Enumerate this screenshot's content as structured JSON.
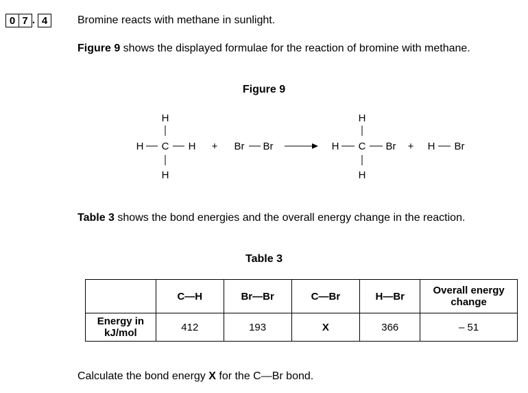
{
  "question": {
    "number_digits": [
      "0",
      "7",
      "4"
    ],
    "number_separator": ".",
    "text": "Bromine reacts with methane in sunlight."
  },
  "figure_intro": {
    "bold": "Figure 9",
    "rest": " shows the displayed formulae for the reaction of bromine with methane."
  },
  "figure": {
    "title": "Figure 9",
    "methane": {
      "top": "H",
      "left": "H",
      "center": "C",
      "right": "H",
      "bottom": "H"
    },
    "plus1": "+",
    "bromine": {
      "left": "Br",
      "right": "Br"
    },
    "bromomethane": {
      "top": "H",
      "left": "H",
      "center": "C",
      "right": "Br",
      "bottom": "H"
    },
    "plus2": "+",
    "hbr": {
      "left": "H",
      "right": "Br"
    }
  },
  "table_intro": {
    "bold": "Table 3",
    "rest": " shows the bond energies and the overall energy change in the reaction."
  },
  "table": {
    "title": "Table 3",
    "headers": [
      {
        "a": "C",
        "b": "H"
      },
      {
        "a": "Br",
        "b": "Br"
      },
      {
        "a": "C",
        "b": "Br"
      },
      {
        "a": "H",
        "b": "Br"
      }
    ],
    "overall_header_line1": "Overall energy",
    "overall_header_line2": "change",
    "row_label_line1": "Energy in",
    "row_label_line2": "kJ/mol",
    "values": [
      "412",
      "193",
      "X",
      "366",
      "– 51"
    ]
  },
  "final": {
    "before": "Calculate the bond energy ",
    "bold": "X",
    "middle": " for the C",
    "after": "Br bond."
  }
}
